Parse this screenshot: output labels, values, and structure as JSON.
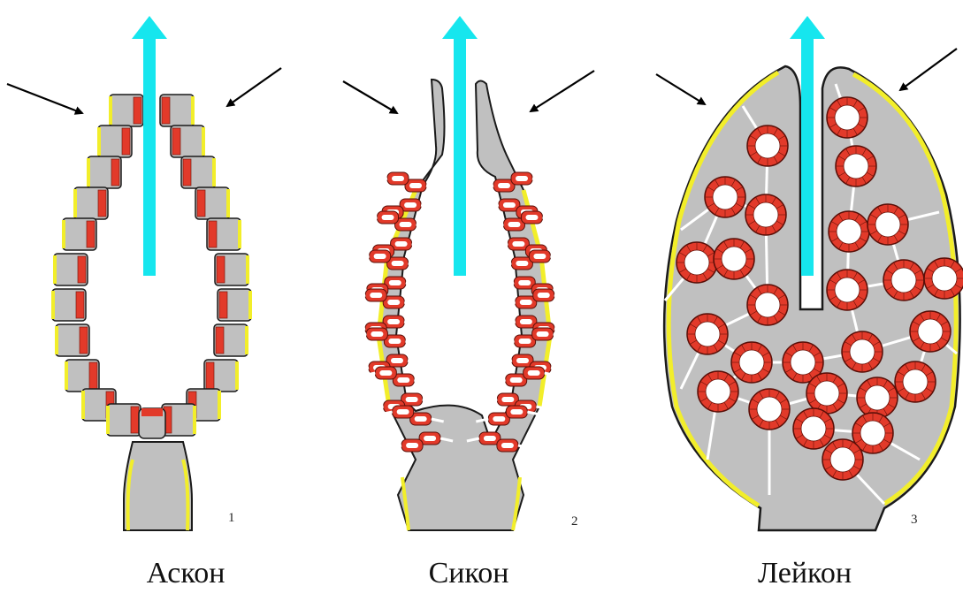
{
  "figures": [
    {
      "key": "ascon",
      "number": "1",
      "caption": "Аскон"
    },
    {
      "key": "sycon",
      "number": "2",
      "caption": "Сикон"
    },
    {
      "key": "leucon",
      "number": "3",
      "caption": "Лейкон"
    }
  ],
  "colors": {
    "body": "#c0c0c0",
    "outline": "#1a1a1a",
    "pinacoderm": "#f2ee2a",
    "choanocyte": "#e23a2a",
    "canal": "#ffffff",
    "outflow_arrow": "#16e6ee",
    "inflow_arrow": "#000000"
  },
  "icons": {
    "outflow": "cyan-up-arrow-icon",
    "inflow": "black-diagonal-arrow-icon"
  }
}
